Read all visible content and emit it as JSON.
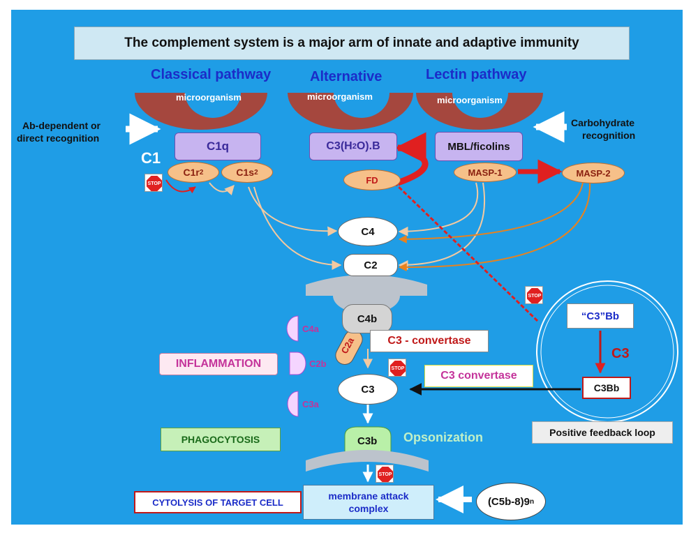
{
  "title": "The complement system is a major arm of innate and adaptive immunity",
  "pathways": {
    "classical": "Classical pathway",
    "alternative": "Alternative",
    "lectin": "Lectin pathway"
  },
  "microorganism": "microorganism",
  "recognition_left": [
    "Ab-dependent or",
    "direct recognition"
  ],
  "recognition_right": [
    "Carbohydrate",
    "recognition"
  ],
  "c1_label": "C1",
  "c1q": "C1q",
  "c1r2": "C1r",
  "c1s2": "C1s",
  "sub_2": "2",
  "c3h2o_prefix": "C3(H",
  "c3h2o_suffix": "O).B",
  "mbl": "MBL/ficolins",
  "fd": "FD",
  "masp1": "MASP-1",
  "masp2": "MASP-2",
  "c4": "C4",
  "c2": "C2",
  "c4b": "C4b",
  "c2a": "C2a",
  "c4a": "C4a",
  "c2b": "C2b",
  "c3a": "C3a",
  "c3_convertase_1": "C3 - convertase",
  "c3_convertase_2": "C3 convertase",
  "c3": "C3",
  "c3b": "C3b",
  "opsonization": "Opsonization",
  "inflammation": "INFLAMMATION",
  "phagocytosis": "PHAGOCYTOSIS",
  "cytolysis": "CYTOLYSIS OF TARGET CELL",
  "mac": [
    "membrane attack",
    "complex"
  ],
  "c5b8_main": "(C5b-8)9",
  "c5b8_sub": "n",
  "c3bb_quoted": "“C3”Bb",
  "c3_feedback": "C3",
  "c3bb": "C3Bb",
  "feedback_loop": "Positive feedback loop",
  "stop": "STOP",
  "colors": {
    "background": "#1f9de6",
    "title_box": "#cfe8f3",
    "pathway_text": "#1b2cc8",
    "microorganism": "#a5473e",
    "lavender": "#c7b4f0",
    "orange_ellipse": "#f6c089",
    "red_arrow": "#e02020",
    "orange_arrow": "#e8821e",
    "light_arrow": "#f3c9a0",
    "pink_text": "#c4339a",
    "green_box": "#c6f0b8",
    "mac_box": "#cfeefb"
  }
}
